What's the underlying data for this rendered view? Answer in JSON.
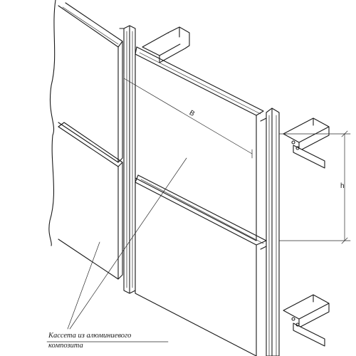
{
  "annotation": {
    "line1": "Кассета из алюминиевого",
    "line2": "композита"
  },
  "dimensions": {
    "width_label": "B",
    "height_label": "h"
  }
}
